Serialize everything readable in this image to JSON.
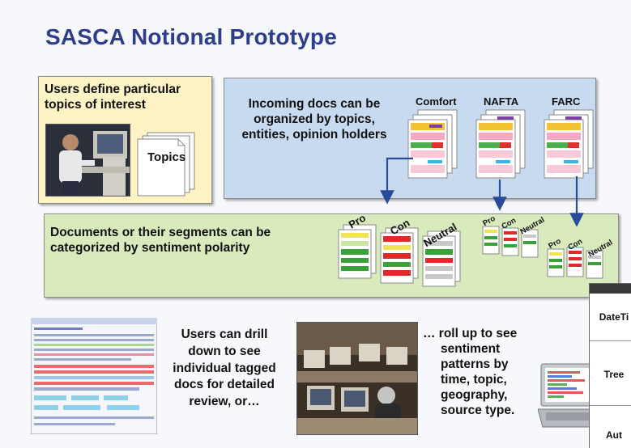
{
  "slide": {
    "title": "SASCA Notional Prototype"
  },
  "users_box": {
    "text_line1": "Users define particular",
    "text_line2": "topics of interest",
    "topics_label": "Topics"
  },
  "incoming_box": {
    "text": "Incoming docs can be organized by topics, entities, opinion holders",
    "stacks": [
      "Comfort",
      "NAFTA",
      "FARC"
    ]
  },
  "sentiment_box": {
    "text_line1": "Documents or their segments can be",
    "text_line2": "categorized by sentiment polarity",
    "labels_large": [
      "Pro",
      "Con",
      "Neutral"
    ],
    "labels_small": [
      "Pro",
      "Con",
      "Neutral"
    ]
  },
  "drill_text": {
    "line1": "Users can drill",
    "line2": "down to see",
    "line3": "individual tagged",
    "line4": "docs for detailed",
    "line5": "review, or…"
  },
  "rollup_text": {
    "line1": "… roll up to see",
    "line2": "sentiment",
    "line3": "patterns by",
    "line4": "time,  topic,",
    "line5": "geography,",
    "line6": "source type."
  },
  "side_table": {
    "rows": [
      "DateTi",
      "Tree",
      "Aut"
    ]
  },
  "colors": {
    "title": "#2e3e8c",
    "users_box_fill": "#fdf3c4",
    "incoming_box_fill": "#c8daf0",
    "sentiment_box_fill": "#d9eabc",
    "arrow": "#2a4a9a"
  }
}
